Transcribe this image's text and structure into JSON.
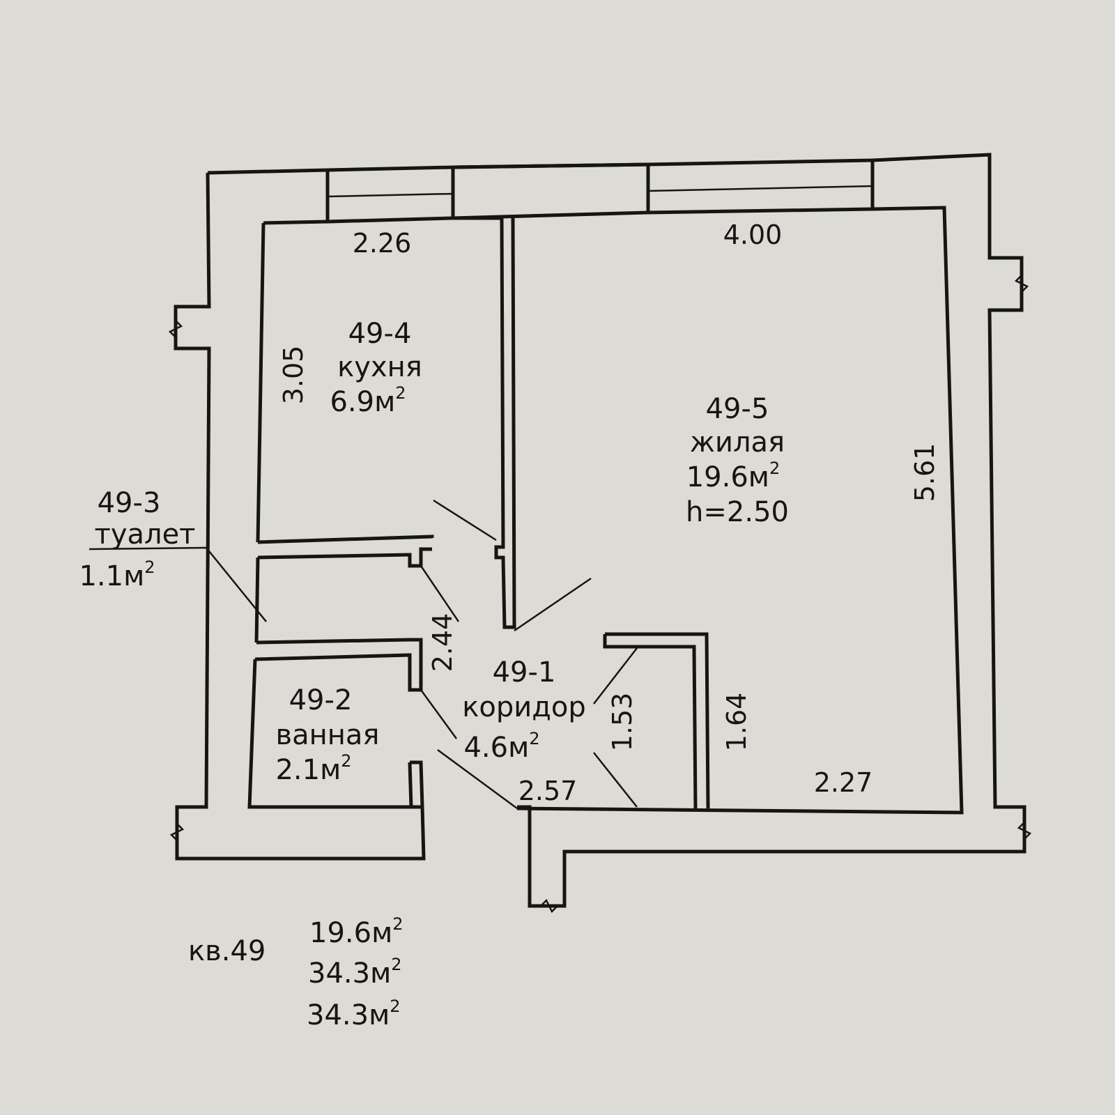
{
  "colors": {
    "paper": "#dcdbd6",
    "ink": "#151512"
  },
  "rooms": [
    {
      "id": "49-4",
      "name": "кухня",
      "area": "6.9м",
      "sup": "2"
    },
    {
      "id": "49-5",
      "name": "жилая",
      "area": "19.6м",
      "sup": "2",
      "height": "h=2.50"
    },
    {
      "id": "49-3",
      "name": "туалет",
      "area": "1.1м",
      "sup": "2"
    },
    {
      "id": "49-2",
      "name": "ванная",
      "area": "2.1м",
      "sup": "2"
    },
    {
      "id": "49-1",
      "name": "коридор",
      "area": "4.6м",
      "sup": "2"
    }
  ],
  "dimensions": {
    "kitchen_width": "2.26",
    "kitchen_height": "3.05",
    "living_width": "4.00",
    "living_height": "5.61",
    "corridor_length": "2.44",
    "corridor_bottom": "2.57",
    "closet_depth": "1.53",
    "closet_height": "1.64",
    "living_bottom": "2.27"
  },
  "summary": {
    "apartment": "кв.49",
    "living_area": "19.6м",
    "total_area": "34.3м",
    "total_area_2": "34.3м",
    "sup": "2"
  }
}
